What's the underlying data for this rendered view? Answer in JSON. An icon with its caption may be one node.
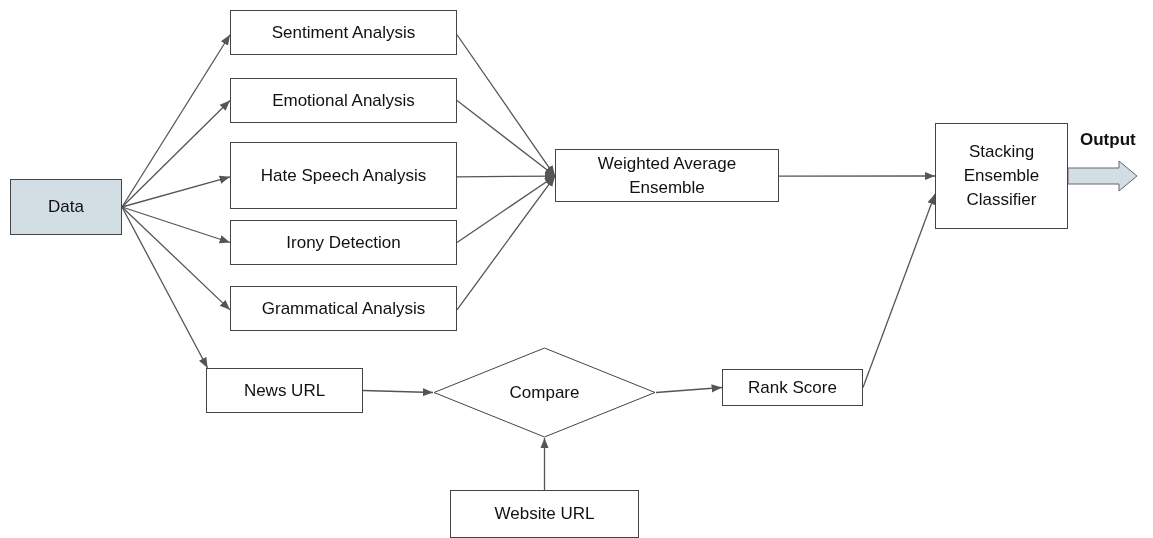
{
  "diagram": {
    "nodes": [
      {
        "text": [
          "Data"
        ]
      },
      {
        "text": [
          "Sentiment Analysis"
        ]
      },
      {
        "text": [
          "Emotional Analysis"
        ]
      },
      {
        "text": [
          "Hate Speech Analysis"
        ]
      },
      {
        "text": [
          "Irony Detection"
        ]
      },
      {
        "text": [
          "Grammatical Analysis"
        ]
      },
      {
        "text": [
          "News URL"
        ]
      },
      {
        "text": [
          "Compare"
        ]
      },
      {
        "text": [
          "Rank Score"
        ]
      },
      {
        "text": [
          "Website URL"
        ]
      },
      {
        "text": [
          "Weighted Average Ensemble"
        ]
      },
      {
        "text": [
          "Stacking Ensemble Classifier"
        ]
      }
    ],
    "edges": [
      {
        "from": 0,
        "to": 1,
        "arrow": "to"
      },
      {
        "from": 0,
        "to": 2,
        "arrow": "to"
      },
      {
        "from": 0,
        "to": 3,
        "arrow": "to"
      },
      {
        "from": 0,
        "to": 4,
        "arrow": "to"
      },
      {
        "from": 0,
        "to": 5,
        "arrow": "to"
      },
      {
        "from": 0,
        "to": 6,
        "arrow": "to"
      },
      {
        "from": 1,
        "to": 10,
        "arrow": "to"
      },
      {
        "from": 2,
        "to": 10,
        "arrow": "to"
      },
      {
        "from": 3,
        "to": 10,
        "arrow": "to"
      },
      {
        "from": 4,
        "to": 10,
        "arrow": "to"
      },
      {
        "from": 5,
        "to": 10,
        "arrow": "to"
      },
      {
        "from": 10,
        "to": 11,
        "arrow": "to"
      },
      {
        "from": 6,
        "to": 7,
        "arrow": "to"
      },
      {
        "from": 9,
        "to": 7,
        "arrow": "to"
      },
      {
        "from": 7,
        "to": 8,
        "arrow": "to"
      },
      {
        "from": 8,
        "to": 11,
        "arrow": "to"
      },
      {
        "from": 11,
        "to": null,
        "arrow": "to",
        "label": "Output",
        "style": "thick"
      }
    ]
  }
}
